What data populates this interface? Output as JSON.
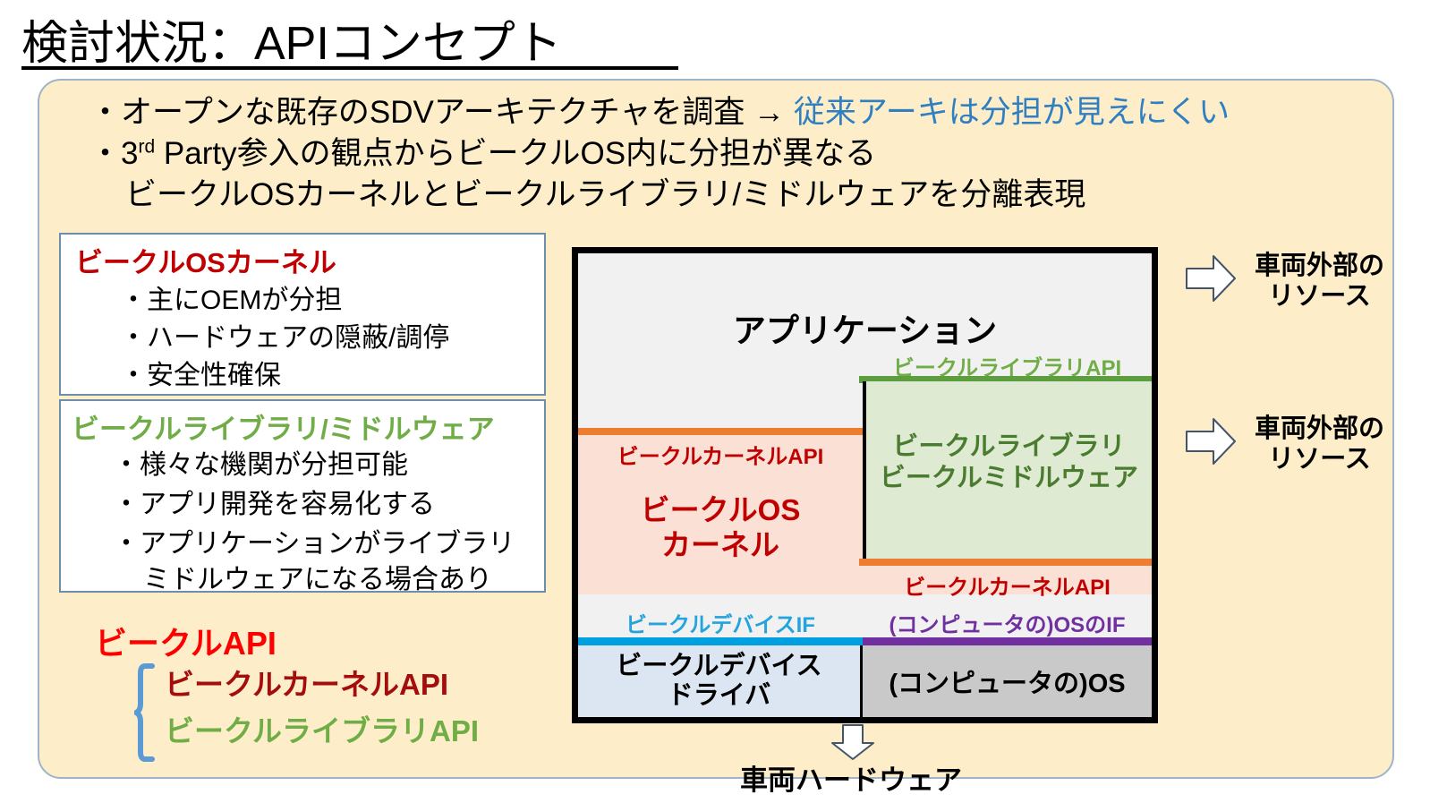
{
  "slide": {
    "title": "検討状況：APIコンセプト"
  },
  "summary": {
    "bullet_1_prefix": "・オープンな既存のSDVアーキテクチャを調査 → ",
    "bullet_1_highlight": "従来アーキは分担が見えにくい",
    "bullet_2_a": "・3",
    "bullet_2_sup": "rd",
    "bullet_2_b": " Party参入の観点からビークルOS内に分担が異なる",
    "bullet_3": "ビークルOSカーネルとビークルライブラリ/ミドルウェアを分離表現"
  },
  "kernel_box": {
    "heading": "ビークルOSカーネル",
    "lines": [
      "・主にOEMが分担",
      "・ハードウェアの隠蔽/調停",
      "・安全性確保"
    ]
  },
  "library_box": {
    "heading": "ビークルライブラリ/ミドルウェア",
    "lines": [
      "・様々な機関が分担可能",
      "・アプリ開発を容易化する",
      "・アプリケーションがライブラリ",
      "ミドルウェアになる場合あり"
    ]
  },
  "api_legend": {
    "title": "ビークルAPI",
    "kernel_api": "ビークルカーネルAPI",
    "library_api": "ビークルライブラリAPI"
  },
  "diagram": {
    "application": "アプリケーション",
    "kernel_api_left": "ビークルカーネルAPI",
    "kernel_api_right": "ビークルカーネルAPI",
    "library_api": "ビークルライブラリAPI",
    "kernel_name_line1": "ビークルOS",
    "kernel_name_line2": "カーネル",
    "library_name_line1": "ビークルライブラリ",
    "library_name_line2": "ビークルミドルウェア",
    "device_if": "ビークルデバイスIF",
    "os_if": "(コンピュータの)OSのIF",
    "driver_line1": "ビークルデバイス",
    "driver_line2": "ドライバ",
    "os": "(コンピュータの)OS"
  },
  "side": {
    "external_resource_line1": "車両外部の",
    "external_resource_line2": "リソース"
  },
  "bottom": {
    "hardware": "車両ハードウェア"
  },
  "colors": {
    "panel_bg": "#fdeec9",
    "panel_border": "#9fb4c7",
    "kernel_red": "#c00000",
    "bright_red": "#ff0000",
    "dark_red": "#a50d0d",
    "library_green": "#70ad47",
    "library_green_dark": "#4a7c2f",
    "highlight_blue": "#2f7fc1",
    "device_if_blue": "#23a4dd",
    "os_if_purple": "#7030a0",
    "orange_rule": "#ed7d31",
    "green_rule": "#5c9e3f",
    "kernel_zone_bg": "#fbe0d5",
    "library_zone_bg": "#dfead3",
    "driver_bg": "#dce6f2",
    "os_bg": "#c9c9c9",
    "app_bg": "#f1f1f1"
  }
}
